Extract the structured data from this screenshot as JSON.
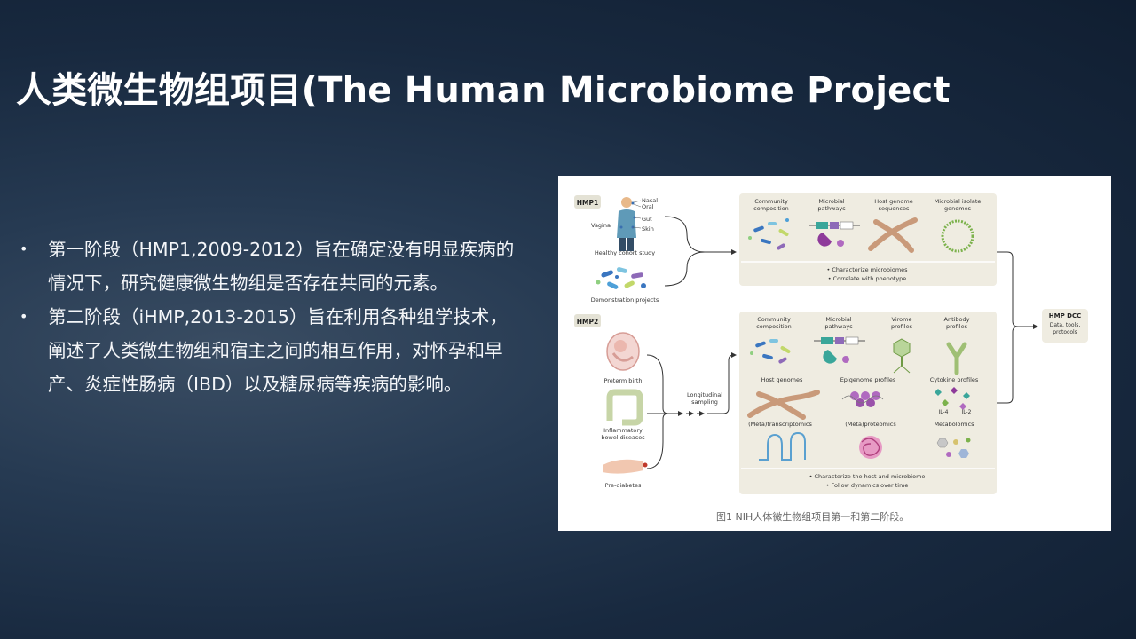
{
  "slide": {
    "title": "人类微生物组项目(The Human Microbiome Project"
  },
  "bullets": [
    {
      "text": "第一阶段（HMP1,2009-2012）旨在确定没有明显疾病的情况下，研究健康微生物组是否存在共同的元素。"
    },
    {
      "text": "第二阶段（iHMP,2013-2015）旨在利用各种组学技术，阐述了人类微生物组和宿主之间的相互作用，对怀孕和早产、炎症性肠病（IBD）以及糖尿病等疾病的影响。"
    }
  ],
  "figure": {
    "caption": "图1  NIH人体微生物组项目第一和第二阶段。",
    "hmp1": {
      "tag": "HMP1",
      "body_sites": [
        "Nasal",
        "Oral",
        "Gut",
        "Skin",
        "Vagina"
      ],
      "cohort_label": "Healthy cohort study",
      "demo_label": "Demonstration projects",
      "panel_items": [
        "Community composition",
        "Microbial pathways",
        "Host genome sequences",
        "Microbial isolate genomes"
      ],
      "notes": [
        "• Characterize microbiomes",
        "• Correlate with phenotype"
      ]
    },
    "hmp2": {
      "tag": "HMP2",
      "cohorts": [
        "Preterm birth",
        "Inflammatory bowel diseases",
        "Pre-diabetes"
      ],
      "sampling_label": "Longitudinal sampling",
      "panel_items": [
        "Community composition",
        "Microbial pathways",
        "Virome profiles",
        "Antibody profiles",
        "Host genomes",
        "Epigenome profiles",
        "Cytokine profiles",
        "(Meta)transcriptomics",
        "(Meta)proteomics",
        "Metabolomics"
      ],
      "cytokine_labels": [
        "IL-4",
        "IL-2"
      ],
      "notes": [
        "• Characterize the host and microbiome",
        "• Follow dynamics over time"
      ]
    },
    "dcc": {
      "title": "HMP DCC",
      "lines": [
        "Data, tools,",
        "protocols"
      ]
    }
  }
}
